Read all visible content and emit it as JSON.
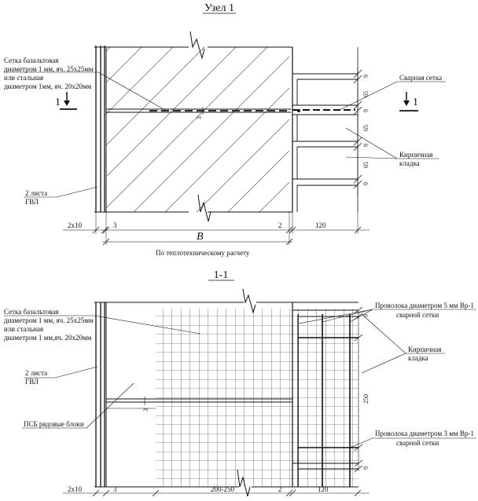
{
  "top": {
    "title": "Узел 1",
    "label_mesh": [
      "Сетка базальтовая",
      "диаметром 1 мм, яч. 25х25мм",
      "или стальная",
      "диаметром 1мм, яч. 20х20мм"
    ],
    "label_gvl": [
      "2 листа",
      "ГВЛ"
    ],
    "label_weld": "Сварная сетка",
    "label_brick": [
      "Кирпичная",
      "кладка"
    ],
    "section_mark": "1",
    "dim_3_small": "3",
    "dims_right": [
      "9",
      "65",
      "9",
      "65",
      "9",
      "65",
      "9"
    ],
    "dims_bottom": [
      "2х10",
      "3",
      "2",
      "120"
    ],
    "dim_b": "B",
    "note_bottom": "По теплотехническому расчету"
  },
  "bottom": {
    "title": "1-1",
    "label_mesh": [
      "Сетка базальтовая",
      "диаметром 1 мм, яч. 25х25мм",
      "или стальная",
      "диаметром 1 мм,яч. 20х20мм"
    ],
    "label_gvl": [
      "2 листа",
      "ГВЛ"
    ],
    "label_psb": "ПСБ рядовые блоки",
    "label_wire5": [
      "Проволока диаметром 5 мм Вр-1",
      "сварной сетки"
    ],
    "label_wire3": [
      "Проволока диаметром 3 мм  Вр-1",
      "сварной сетки"
    ],
    "label_brick": [
      "Кирпичная",
      "кладка"
    ],
    "dim_3": "3",
    "dim_9": "9",
    "dim_250": "250",
    "dim_9_bottom": "9",
    "dims_bottom": [
      "2х10",
      "3",
      "200-250",
      "2",
      "120"
    ]
  }
}
